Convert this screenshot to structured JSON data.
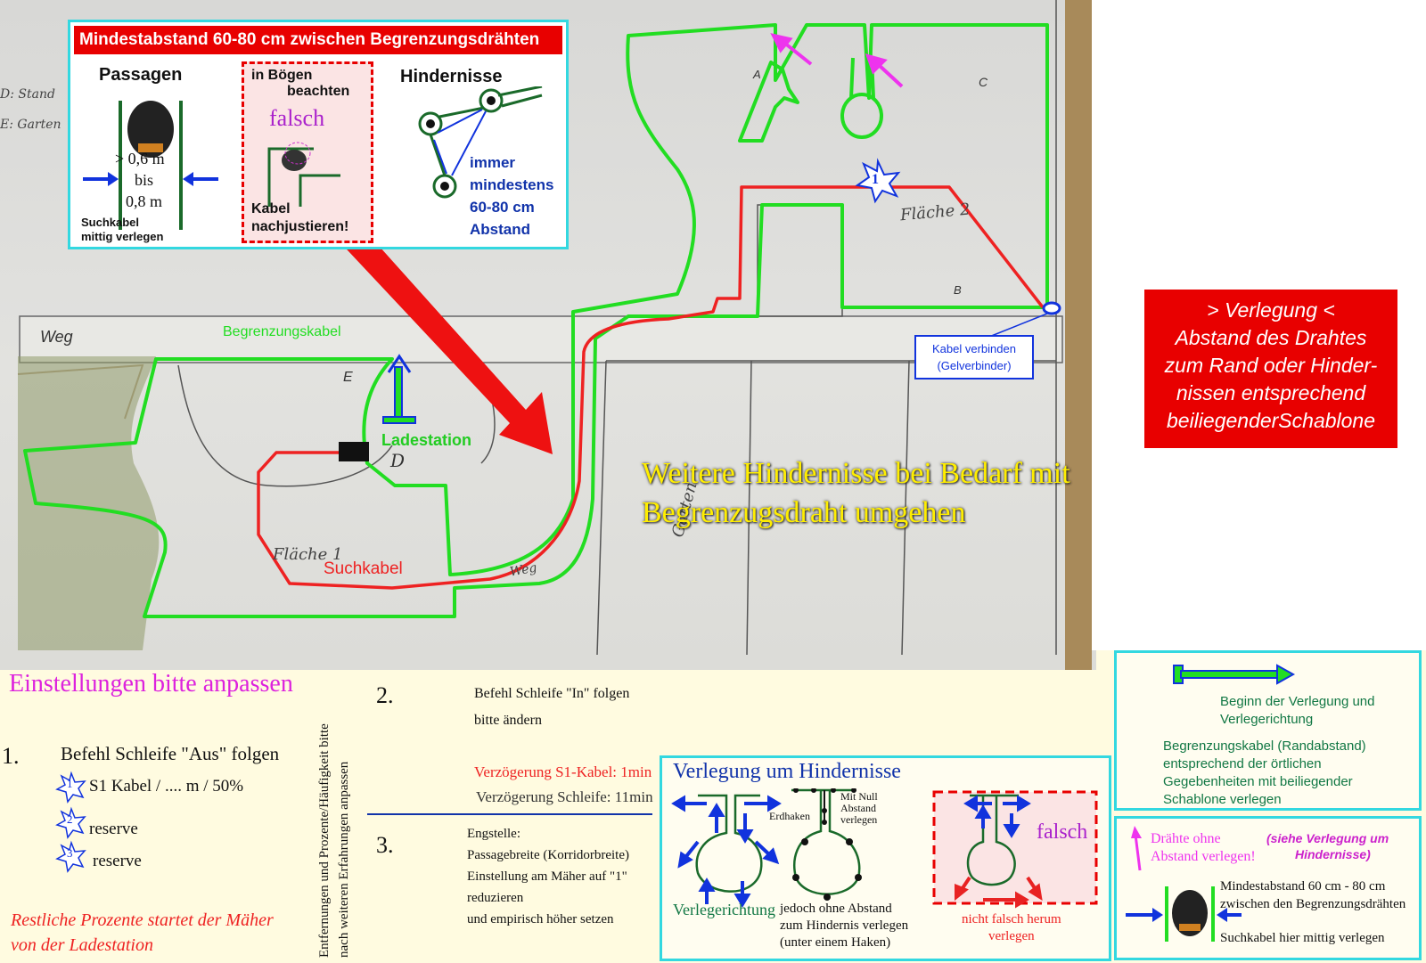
{
  "top_panel": {
    "header": "Mindestabstand 60-80 cm zwischen Begrenzungsdrähten",
    "passagen": {
      "title": "Passagen",
      "measure1": "> 0,6 m",
      "measure2": "bis",
      "measure3": "0,8 m",
      "caption1": "Suchkabel",
      "caption2": "mittig verlegen"
    },
    "boegen": {
      "title1": "in Bögen",
      "title2": "beachten",
      "wrong": "falsch",
      "caption1": "Kabel",
      "caption2": "nachjustieren!"
    },
    "hindernisse": {
      "title": "Hindernisse",
      "text1": "immer",
      "text2": "mindestens",
      "text3": "60-80 cm",
      "text4": "Abstand"
    }
  },
  "map": {
    "label_weg": "Weg",
    "label_begrenzungskabel": "Begrenzungskabel",
    "label_ladestation": "Ladestation",
    "label_suchkabel": "Suchkabel",
    "label_kabel_verbinden1": "Kabel verbinden",
    "label_kabel_verbinden2": "(Gelverbinder)",
    "star_label": "1",
    "letter_a": "A",
    "letter_b": "B",
    "letter_d": "D",
    "letter_e": "E",
    "letter_c": "C",
    "handwriting_flaeche1": "Fläche 1",
    "handwriting_flaeche2": "Fläche 2",
    "handwriting_weg2": "Weg",
    "handwriting_ground": "Garten",
    "handwriting_left1": "D: Stand",
    "handwriting_left2": "E: Garten"
  },
  "notice": {
    "line1": "> Verlegung <",
    "line2": "Abstand des Drahtes",
    "line3": "zum Rand oder Hinder-",
    "line4": "nissen entsprechend",
    "line5": "beiliegenderSchablone"
  },
  "yellow_note": {
    "line1": "Weitere Hindernisse bei Bedarf mit",
    "line2": "Begrenzugsdraht umgehen"
  },
  "settings": {
    "title": "Einstellungen bitte anpassen",
    "n1": "1.",
    "s1_title": "Befehl Schleife \"Aus\" folgen",
    "s1_item1": "S1 Kabel / .... m / 50%",
    "s1_item2": "reserve",
    "s1_item3": "reserve",
    "star1": "1",
    "star2": "2",
    "star3": "3",
    "rest_line1": "Restliche Prozente  startet der Mäher",
    "rest_line2": "von der Ladestation",
    "vertical1": "Entfernungen und Prozente/Häufigkeit bitte",
    "vertical2": "nach weiteren Erfahrungen anpassen",
    "n2": "2.",
    "s2_line1": "Befehl Schleife \"In\" folgen",
    "s2_line2": "bitte ändern",
    "s2_delay_red": "Verzögerung S1-Kabel: 1min",
    "s2_delay": "Verzögerung Schleife: 11min",
    "n3": "3.",
    "s3_line1": "Engstelle:",
    "s3_line2": "Passagebreite (Korridorbreite)",
    "s3_line3": "Einstellung am Mäher auf \"1\"",
    "s3_line4": "reduzieren",
    "s3_line5": "und empirisch höher setzen"
  },
  "obstacle_panel": {
    "title": "Verlegung um Hindernisse",
    "verlegerichtung": "Verlegerichtung",
    "erdhaken": "Erdhaken",
    "mitnull1": "Mit Null",
    "mitnull2": "Abstand",
    "mitnull3": "verlegen",
    "jedoch1": "jedoch ohne Abstand",
    "jedoch2": "zum Hindernis verlegen",
    "jedoch3": "(unter einem Haken)",
    "falsch": "falsch",
    "nicht1": "nicht falsch herum",
    "nicht2": "verlegen"
  },
  "legend": {
    "beginn1": "Beginn der Verlegung und",
    "beginn2": "Verlegerichtung",
    "begr1": "Begrenzungskabel (Randabstand)",
    "begr2": "entsprechend der örtlichen",
    "begr3": "Gegebenheiten mit beiliegender",
    "begr4": "Schablone verlegen"
  },
  "legend2": {
    "draehte1": "Drähte ohne",
    "draehte2": "Abstand verlegen!",
    "siehe1": "(siehe Verlegung um",
    "siehe2": "Hindernisse)",
    "min1": "Mindestabstand 60 cm - 80 cm",
    "min2": "zwischen den Begrenzungsdrähten",
    "such": "Suchkabel hier mittig verlegen"
  },
  "colors": {
    "boundary_green": "#22dd22",
    "guide_red": "#ee2222",
    "notice_red": "#e80000",
    "title_magenta": "#dd22dd",
    "text_green": "#117744",
    "mint": "#33d8e0",
    "blue": "#1133dd"
  }
}
